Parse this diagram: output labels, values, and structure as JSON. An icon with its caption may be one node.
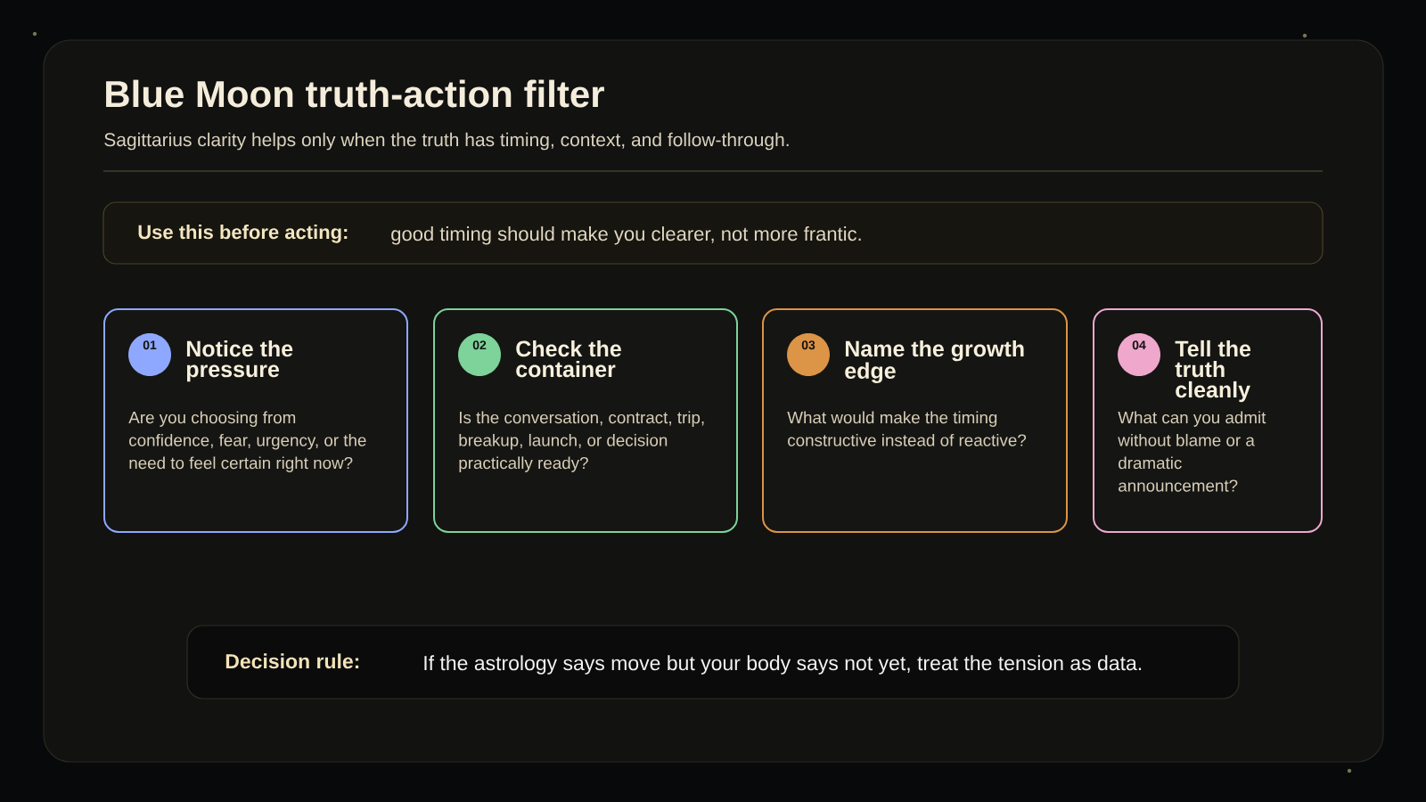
{
  "diagram": {
    "title": "Blue Moon truth-action filter",
    "nodes": [
      {
        "text": [
          "Use this before acting:",
          "good timing should make you clearer, not more frantic."
        ]
      },
      {
        "text": [
          "Notice the pressure",
          "Are you choosing from confidence, fear, urgency, or the need to feel certain right now?"
        ]
      },
      {
        "text": [
          "01"
        ],
        "in": 1
      },
      {
        "text": [
          "Check the container",
          "Is the conversation, contract, trip, breakup, launch, or decision practically ready?"
        ]
      },
      {
        "text": [
          "02"
        ],
        "in": 3
      },
      {
        "text": [
          "Name the growth edge",
          "What would make the timing constructive instead of reactive?"
        ]
      },
      {
        "text": [
          "03"
        ],
        "in": 5
      },
      {
        "text": [
          "Tell the truth cleanly",
          "What can you admit without blame or a dramatic announcement?"
        ]
      },
      {
        "text": [
          "04"
        ],
        "in": 7
      },
      {
        "text": [
          "Decision rule:",
          "If the astrology says move but your body says not yet, treat the tension as data."
        ]
      }
    ],
    "labels": [
      "Sagittarius clarity helps only when the truth has timing, context, and follow-through."
    ]
  }
}
